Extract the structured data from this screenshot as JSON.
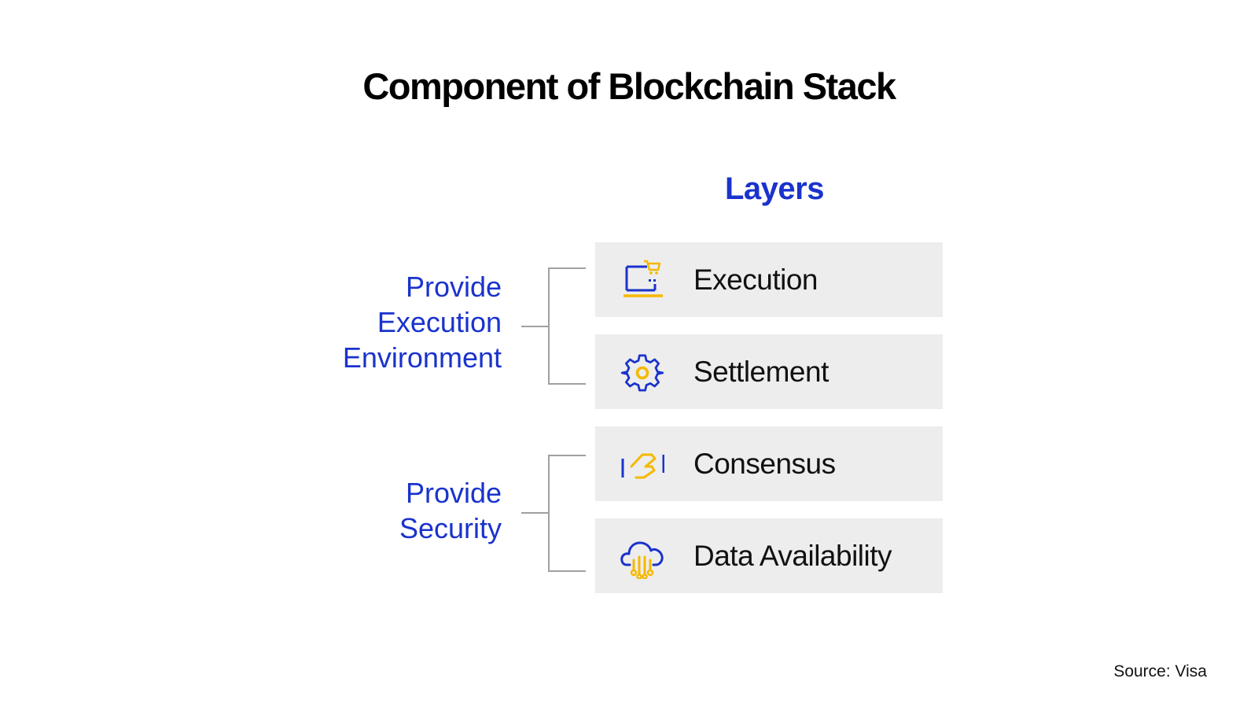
{
  "title": "Component of Blockchain Stack",
  "layers_heading": "Layers",
  "groups": [
    {
      "lines": [
        "Provide",
        "Execution",
        "Environment"
      ]
    },
    {
      "lines": [
        "Provide",
        "Security"
      ]
    }
  ],
  "layers": [
    {
      "label": "Execution",
      "icon": "laptop-cart-icon"
    },
    {
      "label": "Settlement",
      "icon": "gear-icon"
    },
    {
      "label": "Consensus",
      "icon": "handshake-icon"
    },
    {
      "label": "Data Availability",
      "icon": "cloud-network-icon"
    }
  ],
  "source": "Source: Visa",
  "colors": {
    "blue": "#1a33cc",
    "yellow": "#f5b800",
    "box_bg": "#ededed",
    "connector": "#a0a0a0"
  }
}
